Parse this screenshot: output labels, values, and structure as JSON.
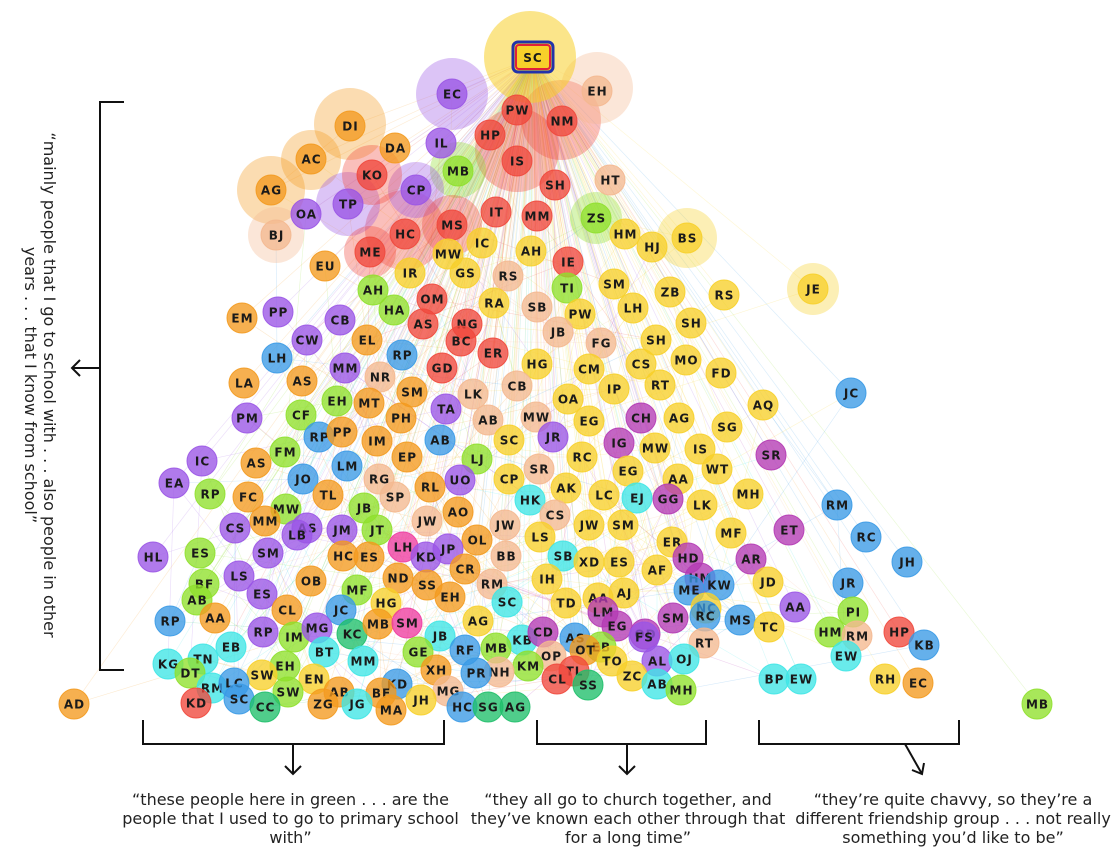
{
  "colors": {
    "yellow": "#f7d02a",
    "orange": "#f39a1f",
    "peach": "#f4b890",
    "red": "#f0483c",
    "purple": "#9a55e6",
    "magenta": "#b43ab4",
    "green": "#8fe02c",
    "teal": "#1fbf6a",
    "cyan": "#3fe6e6",
    "blue": "#3a9ae6",
    "pink": "#ee3ca0"
  },
  "ego": "SC",
  "annotations": {
    "left": "“mainly people that I go to school with . . . also people in other years . . .  that I know from school”",
    "green": "“these people here in green . . . are the people that I used to go to primary school with”",
    "church": "“they all go to church together, and they’ve known each other through that for a long time”",
    "chavvy": "“they’re quite chavvy, so they’re a different friendship group . . . not really something you’d like to be”"
  },
  "nodes": [
    [
      "EC",
      "purple"
    ],
    [
      "PW",
      "red"
    ],
    [
      "NM",
      "red"
    ],
    [
      "EH",
      "peach"
    ],
    [
      "DI",
      "orange"
    ],
    [
      "HP",
      "red"
    ],
    [
      "IL",
      "purple"
    ],
    [
      "DA",
      "orange"
    ],
    [
      "AC",
      "orange"
    ],
    [
      "IS",
      "red"
    ],
    [
      "MB",
      "green"
    ],
    [
      "KO",
      "red"
    ],
    [
      "SH",
      "red"
    ],
    [
      "HT",
      "peach"
    ],
    [
      "AG",
      "orange"
    ],
    [
      "CP",
      "purple"
    ],
    [
      "TP",
      "purple"
    ],
    [
      "OA",
      "purple"
    ],
    [
      "IT",
      "red"
    ],
    [
      "MM",
      "red"
    ],
    [
      "ZS",
      "green"
    ],
    [
      "BJ",
      "peach"
    ],
    [
      "MS",
      "red"
    ],
    [
      "HC",
      "red"
    ],
    [
      "HM",
      "yellow"
    ],
    [
      "HJ",
      "yellow"
    ],
    [
      "BS",
      "yellow"
    ],
    [
      "ME",
      "red"
    ],
    [
      "IC",
      "yellow"
    ],
    [
      "MW",
      "yellow"
    ],
    [
      "AH",
      "yellow"
    ],
    [
      "EU",
      "orange"
    ],
    [
      "IE",
      "red"
    ],
    [
      "IR",
      "yellow"
    ],
    [
      "GS",
      "yellow"
    ],
    [
      "RS",
      "peach"
    ],
    [
      "JE",
      "yellow"
    ],
    [
      "AH",
      "green"
    ],
    [
      "TI",
      "green"
    ],
    [
      "SM",
      "yellow"
    ],
    [
      "ZB",
      "yellow"
    ],
    [
      "RS",
      "yellow"
    ],
    [
      "OM",
      "red"
    ],
    [
      "RA",
      "yellow"
    ],
    [
      "HA",
      "green"
    ],
    [
      "SB",
      "peach"
    ],
    [
      "PW",
      "yellow"
    ],
    [
      "LH",
      "yellow"
    ],
    [
      "EM",
      "orange"
    ],
    [
      "PP",
      "purple"
    ],
    [
      "CB",
      "purple"
    ],
    [
      "AS",
      "red"
    ],
    [
      "NG",
      "red"
    ],
    [
      "JB",
      "peach"
    ],
    [
      "SH",
      "yellow"
    ],
    [
      "SH",
      "yellow"
    ],
    [
      "CW",
      "purple"
    ],
    [
      "EL",
      "orange"
    ],
    [
      "BC",
      "red"
    ],
    [
      "FG",
      "peach"
    ],
    [
      "LH",
      "blue"
    ],
    [
      "RP",
      "blue"
    ],
    [
      "ER",
      "red"
    ],
    [
      "HG",
      "yellow"
    ],
    [
      "CS",
      "yellow"
    ],
    [
      "MO",
      "yellow"
    ],
    [
      "MM",
      "purple"
    ],
    [
      "NR",
      "peach"
    ],
    [
      "GD",
      "red"
    ],
    [
      "CM",
      "yellow"
    ],
    [
      "FD",
      "yellow"
    ],
    [
      "LA",
      "orange"
    ],
    [
      "AS",
      "orange"
    ],
    [
      "SM",
      "orange"
    ],
    [
      "CB",
      "peach"
    ],
    [
      "IP",
      "yellow"
    ],
    [
      "RT",
      "yellow"
    ],
    [
      "JC",
      "blue"
    ],
    [
      "EH",
      "green"
    ],
    [
      "MT",
      "orange"
    ],
    [
      "LK",
      "peach"
    ],
    [
      "OA",
      "yellow"
    ],
    [
      "AQ",
      "yellow"
    ],
    [
      "PM",
      "purple"
    ],
    [
      "CF",
      "green"
    ],
    [
      "PH",
      "orange"
    ],
    [
      "TA",
      "purple"
    ],
    [
      "AB",
      "peach"
    ],
    [
      "MW",
      "peach"
    ],
    [
      "EG",
      "yellow"
    ],
    [
      "AG",
      "yellow"
    ],
    [
      "SG",
      "yellow"
    ],
    [
      "RP",
      "blue"
    ],
    [
      "PP",
      "orange"
    ],
    [
      "CH",
      "magenta"
    ],
    [
      "IM",
      "orange"
    ],
    [
      "AB",
      "blue"
    ],
    [
      "SC",
      "yellow"
    ],
    [
      "JR",
      "purple"
    ],
    [
      "IG",
      "magenta"
    ],
    [
      "MW",
      "yellow"
    ],
    [
      "IS",
      "yellow"
    ],
    [
      "FM",
      "green"
    ],
    [
      "EP",
      "orange"
    ],
    [
      "LJ",
      "green"
    ],
    [
      "RC",
      "yellow"
    ],
    [
      "SR",
      "magenta"
    ],
    [
      "IC",
      "purple"
    ],
    [
      "AS",
      "orange"
    ],
    [
      "JO",
      "blue"
    ],
    [
      "LM",
      "blue"
    ],
    [
      "RG",
      "peach"
    ],
    [
      "UO",
      "purple"
    ],
    [
      "SR",
      "peach"
    ],
    [
      "EG",
      "yellow"
    ],
    [
      "WT",
      "yellow"
    ],
    [
      "EA",
      "purple"
    ],
    [
      "RL",
      "orange"
    ],
    [
      "CP",
      "yellow"
    ],
    [
      "AA",
      "yellow"
    ],
    [
      "RP",
      "green"
    ],
    [
      "FC",
      "orange"
    ],
    [
      "TL",
      "orange"
    ],
    [
      "AK",
      "yellow"
    ],
    [
      "GG",
      "magenta"
    ],
    [
      "MH",
      "yellow"
    ],
    [
      "SP",
      "peach"
    ],
    [
      "LC",
      "yellow"
    ],
    [
      "EJ",
      "cyan"
    ],
    [
      "HK",
      "cyan"
    ],
    [
      "LK",
      "yellow"
    ],
    [
      "RM",
      "blue"
    ],
    [
      "MW",
      "green"
    ],
    [
      "JB",
      "green"
    ],
    [
      "AO",
      "orange"
    ],
    [
      "CS",
      "peach"
    ],
    [
      "CS",
      "purple"
    ],
    [
      "MM",
      "orange"
    ],
    [
      "AS",
      "purple"
    ],
    [
      "JM",
      "purple"
    ],
    [
      "JT",
      "green"
    ],
    [
      "JW",
      "peach"
    ],
    [
      "JW",
      "peach"
    ],
    [
      "JW",
      "yellow"
    ],
    [
      "SM",
      "yellow"
    ],
    [
      "ET",
      "magenta"
    ],
    [
      "MF",
      "yellow"
    ],
    [
      "RC",
      "blue"
    ],
    [
      "OL",
      "orange"
    ],
    [
      "LS",
      "yellow"
    ],
    [
      "ER",
      "yellow"
    ],
    [
      "HL",
      "purple"
    ],
    [
      "ES",
      "green"
    ],
    [
      "SM",
      "purple"
    ],
    [
      "LB",
      "purple"
    ],
    [
      "HC",
      "orange"
    ],
    [
      "ES",
      "orange"
    ],
    [
      "LH",
      "pink"
    ],
    [
      "KD",
      "purple"
    ],
    [
      "JP",
      "purple"
    ],
    [
      "BB",
      "peach"
    ],
    [
      "SB",
      "cyan"
    ],
    [
      "XD",
      "yellow"
    ],
    [
      "ES",
      "yellow"
    ],
    [
      "HD",
      "magenta"
    ],
    [
      "AR",
      "magenta"
    ],
    [
      "JH",
      "blue"
    ],
    [
      "LS",
      "purple"
    ],
    [
      "OB",
      "orange"
    ],
    [
      "ND",
      "orange"
    ],
    [
      "SS",
      "orange"
    ],
    [
      "CR",
      "orange"
    ],
    [
      "RM",
      "peach"
    ],
    [
      "IH",
      "yellow"
    ],
    [
      "AF",
      "yellow"
    ],
    [
      "HM",
      "magenta"
    ],
    [
      "JD",
      "yellow"
    ],
    [
      "JR",
      "blue"
    ],
    [
      "BF",
      "green"
    ],
    [
      "ES",
      "purple"
    ],
    [
      "MF",
      "green"
    ],
    [
      "EH",
      "orange"
    ],
    [
      "SC",
      "cyan"
    ],
    [
      "AA",
      "yellow"
    ],
    [
      "AJ",
      "yellow"
    ],
    [
      "ME",
      "blue"
    ],
    [
      "KW",
      "blue"
    ],
    [
      "PI",
      "green"
    ],
    [
      "AB",
      "green"
    ],
    [
      "AA",
      "orange"
    ],
    [
      "CL",
      "orange"
    ],
    [
      "JC",
      "blue"
    ],
    [
      "HG",
      "yellow"
    ],
    [
      "TD",
      "yellow"
    ],
    [
      "LM",
      "magenta"
    ],
    [
      "NC",
      "yellow"
    ],
    [
      "AA",
      "purple"
    ],
    [
      "RP",
      "blue"
    ],
    [
      "RP",
      "purple"
    ],
    [
      "IM",
      "green"
    ],
    [
      "MG",
      "purple"
    ],
    [
      "KC",
      "teal"
    ],
    [
      "MB",
      "orange"
    ],
    [
      "SM",
      "pink"
    ],
    [
      "AG",
      "yellow"
    ],
    [
      "EG",
      "magenta"
    ],
    [
      "OD",
      "magenta"
    ],
    [
      "SM",
      "magenta"
    ],
    [
      "RC",
      "blue"
    ],
    [
      "MS",
      "blue"
    ],
    [
      "TC",
      "yellow"
    ],
    [
      "HM",
      "green"
    ],
    [
      "RM",
      "peach"
    ],
    [
      "HP",
      "red"
    ],
    [
      "EB",
      "cyan"
    ],
    [
      "JB",
      "cyan"
    ],
    [
      "KB",
      "cyan"
    ],
    [
      "CD",
      "magenta"
    ],
    [
      "AS",
      "blue"
    ],
    [
      "EB",
      "green"
    ],
    [
      "FS",
      "purple"
    ],
    [
      "RT",
      "peach"
    ],
    [
      "KB",
      "blue"
    ],
    [
      "TN",
      "cyan"
    ],
    [
      "BT",
      "cyan"
    ],
    [
      "RF",
      "blue"
    ],
    [
      "MB",
      "green"
    ],
    [
      "OP",
      "peach"
    ],
    [
      "OT",
      "orange"
    ],
    [
      "EW",
      "cyan"
    ],
    [
      "KG",
      "cyan"
    ],
    [
      "MM",
      "cyan"
    ],
    [
      "GE",
      "green"
    ],
    [
      "KM",
      "green"
    ],
    [
      "TO",
      "yellow"
    ],
    [
      "AL",
      "purple"
    ],
    [
      "OJ",
      "cyan"
    ],
    [
      "DT",
      "green"
    ],
    [
      "EH",
      "green"
    ],
    [
      "XH",
      "orange"
    ],
    [
      "NH",
      "peach"
    ],
    [
      "TL",
      "red"
    ],
    [
      "RM",
      "cyan"
    ],
    [
      "SW",
      "yellow"
    ],
    [
      "LC",
      "blue"
    ],
    [
      "EN",
      "yellow"
    ],
    [
      "KD",
      "blue"
    ],
    [
      "PR",
      "blue"
    ],
    [
      "ZC",
      "yellow"
    ],
    [
      "AB",
      "cyan"
    ],
    [
      "BP",
      "cyan"
    ],
    [
      "EW",
      "cyan"
    ],
    [
      "RH",
      "yellow"
    ],
    [
      "EC",
      "orange"
    ],
    [
      "AD",
      "orange"
    ],
    [
      "CL",
      "red"
    ],
    [
      "SS",
      "teal"
    ],
    [
      "MH",
      "green"
    ],
    [
      "MB",
      "green"
    ],
    [
      "SW",
      "green"
    ],
    [
      "AB",
      "orange"
    ],
    [
      "BF",
      "orange"
    ],
    [
      "MG",
      "peach"
    ],
    [
      "KD",
      "red"
    ],
    [
      "SC",
      "blue"
    ],
    [
      "CC",
      "teal"
    ],
    [
      "ZG",
      "orange"
    ],
    [
      "JG",
      "cyan"
    ],
    [
      "MA",
      "orange"
    ],
    [
      "JH",
      "yellow"
    ],
    [
      "HC",
      "blue"
    ],
    [
      "SG",
      "teal"
    ],
    [
      "AG",
      "teal"
    ]
  ]
}
